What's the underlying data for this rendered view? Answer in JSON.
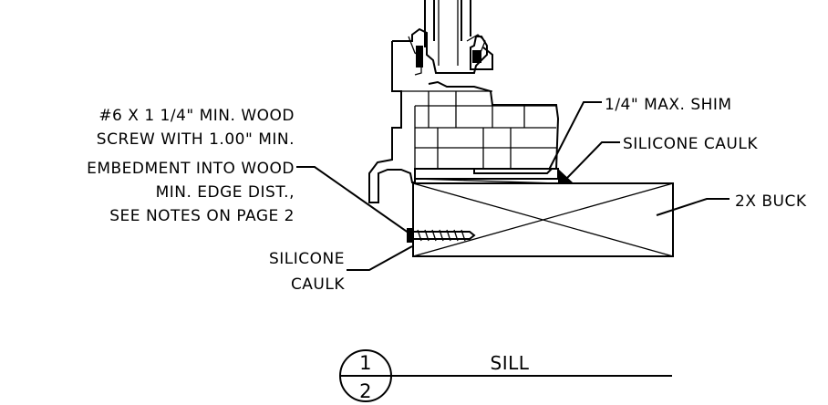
{
  "labels": {
    "screw_line1": "#6 X 1 1/4\" MIN. WOOD",
    "screw_line2": "SCREW WITH 1.00\" MIN.",
    "screw_line3": "EMBEDMENT INTO WOOD",
    "screw_line4": "MIN. EDGE DIST.,",
    "screw_line5": "SEE NOTES ON PAGE 2",
    "shim": "1/4\" MAX. SHIM",
    "caulk_top": "SILICONE CAULK",
    "buck": "2X BUCK",
    "caulk_bottom_line1": "SILICONE",
    "caulk_bottom_line2": "CAULK"
  },
  "section_marker": {
    "top_number": "1",
    "bottom_number": "2",
    "title": "SILL"
  }
}
